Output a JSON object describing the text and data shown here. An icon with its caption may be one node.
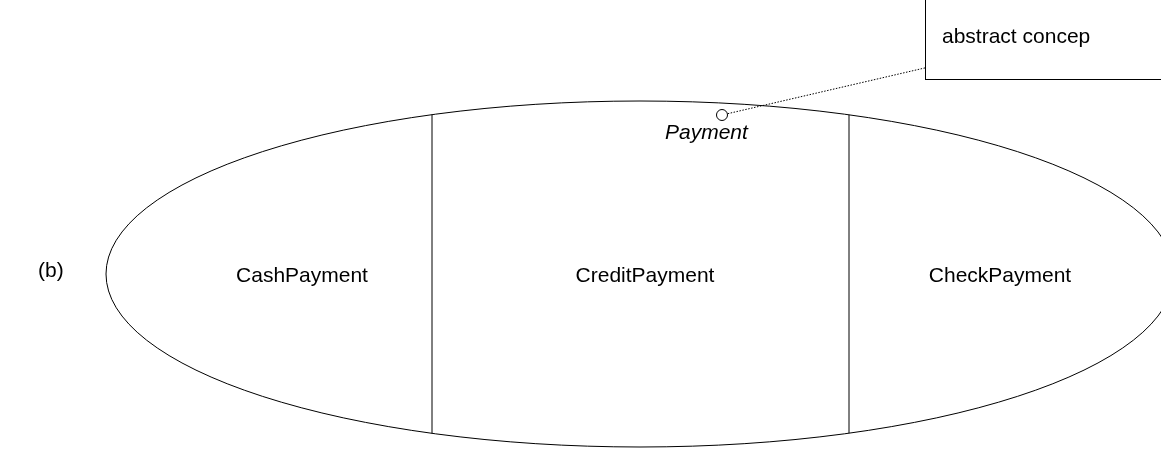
{
  "diagram": {
    "nodes": [
      {
        "text": [
          "Payment"
        ]
      },
      {
        "text": [
          "CashPayment"
        ],
        "in": 0
      },
      {
        "text": [
          "CreditPayment"
        ],
        "in": 0
      },
      {
        "text": [
          "CheckPayment"
        ],
        "in": 0
      },
      {
        "text": [
          "abstract concep"
        ]
      },
      {
        "text": [],
        "shape": "circle",
        "in": 0
      }
    ],
    "edges": [
      {
        "from": 4,
        "to": 5,
        "arrow": "none",
        "style": "dashed"
      }
    ],
    "labels": [
      "(b)"
    ]
  }
}
